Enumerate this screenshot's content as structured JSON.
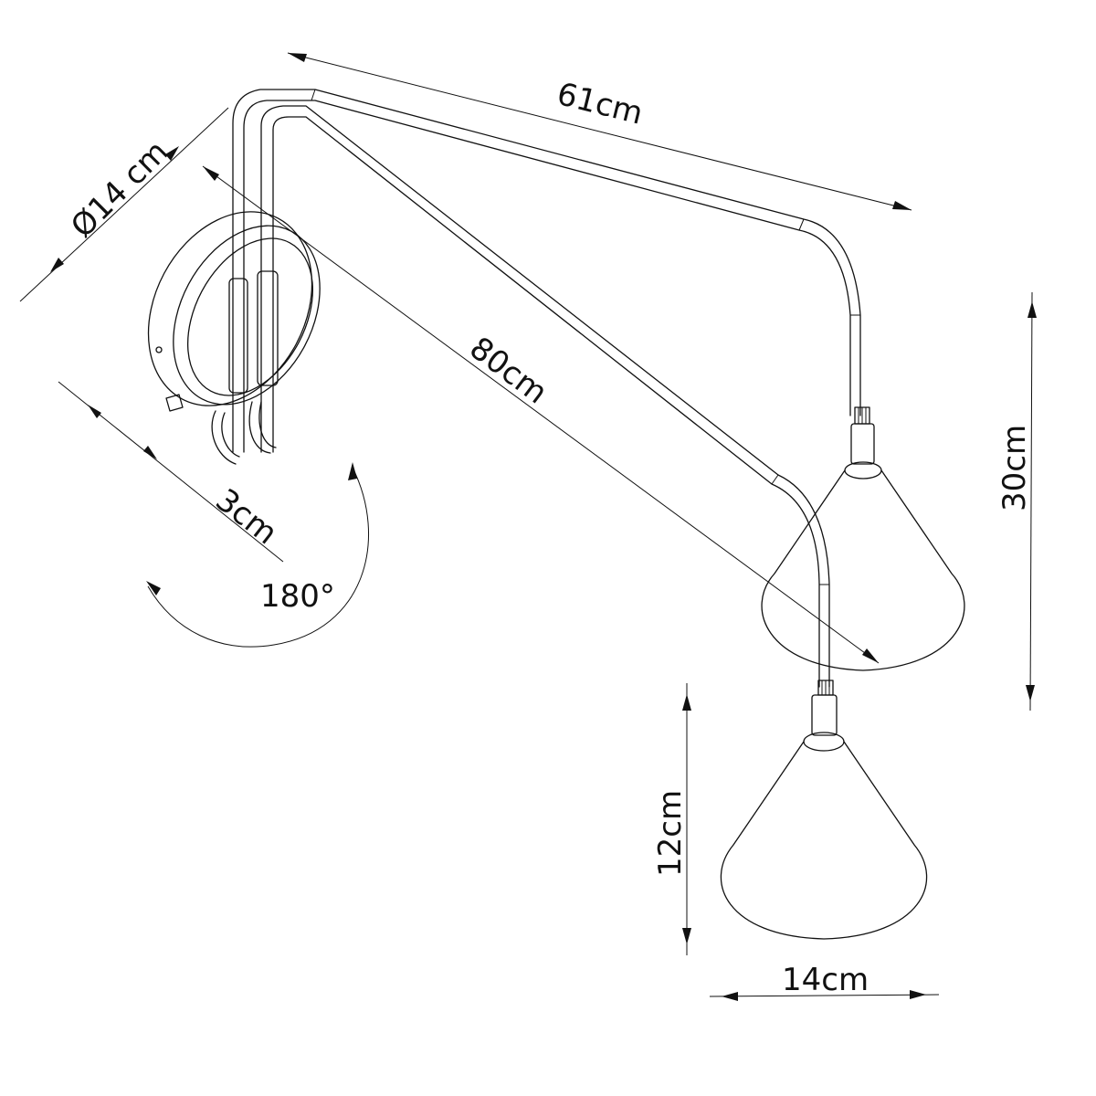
{
  "dimensions": {
    "arm_upper": "61cm",
    "arm_lower": "80cm",
    "plate_diameter": "Ø14 cm",
    "plate_depth": "3cm",
    "rotation": "180°",
    "upper_drop": "30cm",
    "shade_height": "12cm",
    "shade_width": "14cm"
  },
  "colors": {
    "line": "#111111",
    "background": "#ffffff"
  }
}
